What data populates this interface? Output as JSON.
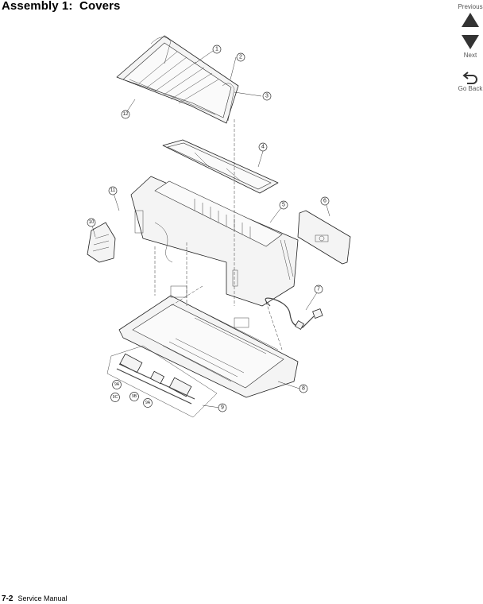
{
  "page": {
    "title": "Assembly 1:  Covers"
  },
  "nav": {
    "previous_label": "Previous",
    "next_label": "Next",
    "back_label": "Go Back",
    "icon_color": "#333333"
  },
  "callouts": [
    "1",
    "2",
    "3",
    "4",
    "5",
    "6",
    "7",
    "8",
    "9",
    "9A",
    "9B",
    "9C",
    "9A",
    "10",
    "11",
    "12"
  ],
  "footer": {
    "page_number": "7-2",
    "manual_name": "Service Manual"
  }
}
